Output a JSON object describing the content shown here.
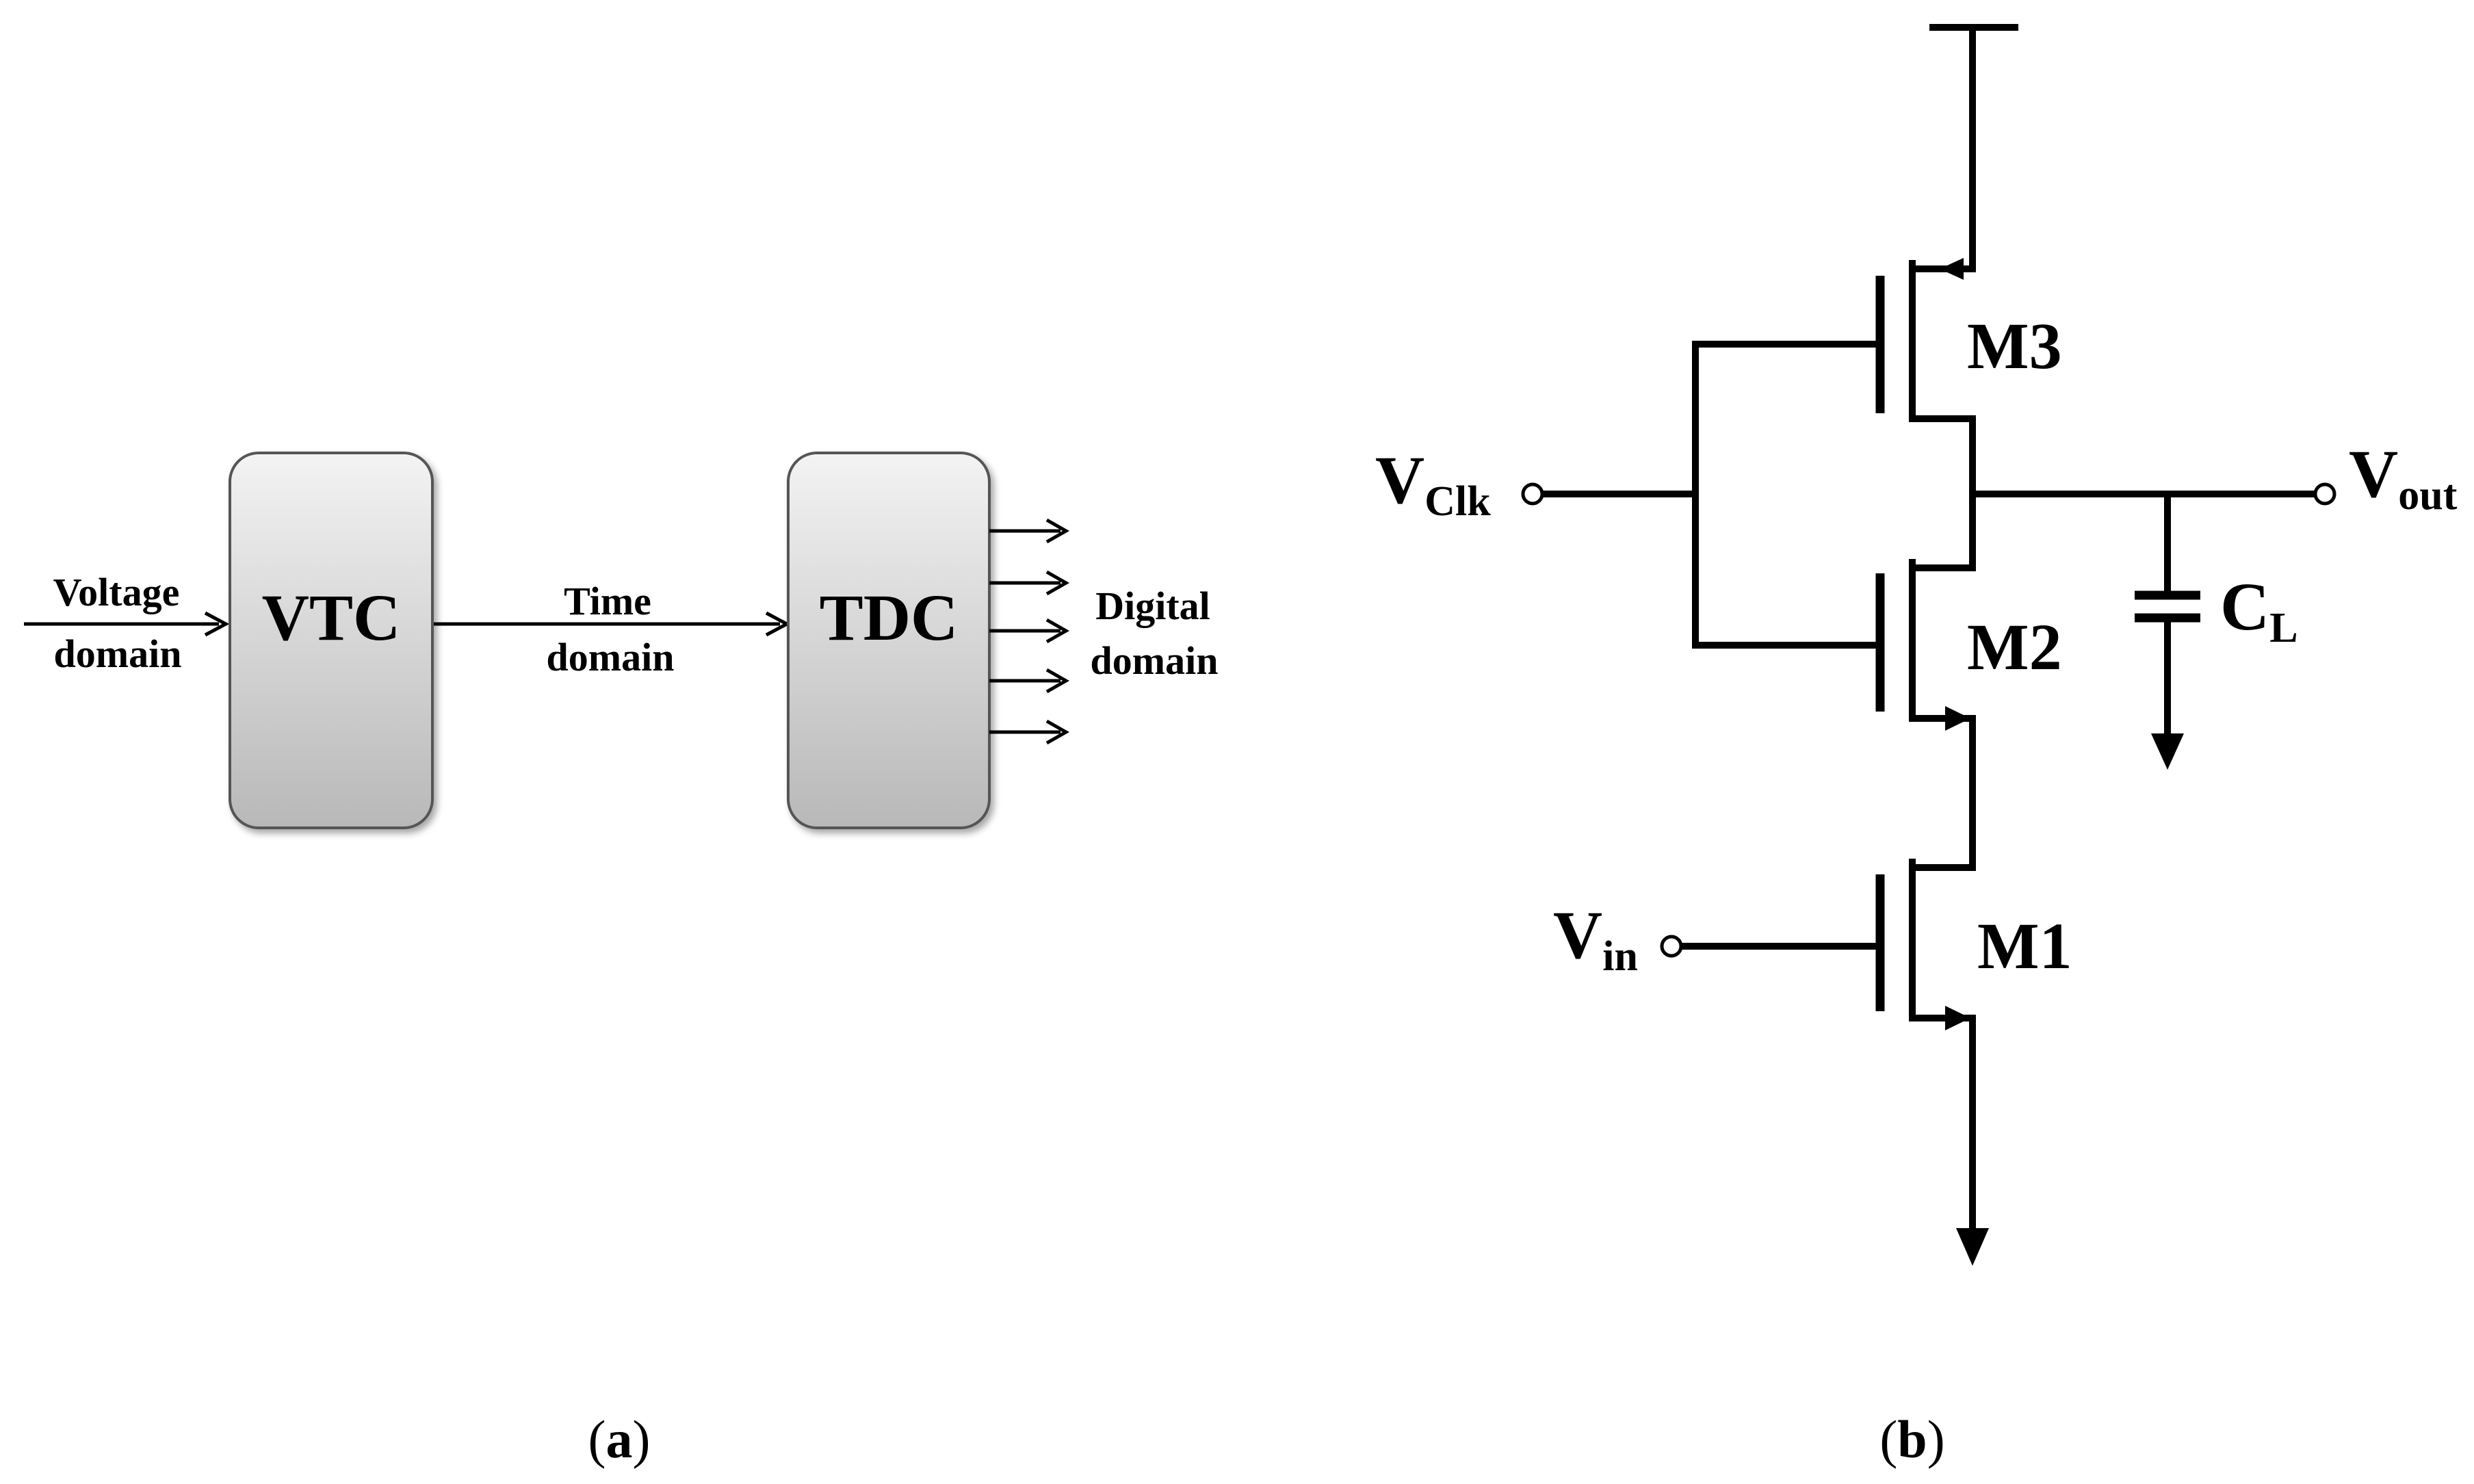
{
  "figure_a": {
    "caption_open": "(",
    "caption_letter": "a",
    "caption_close": ")",
    "input_label_line1": "Voltage",
    "input_label_line2": "domain",
    "block1_label": "VTC",
    "mid_label_line1": "Time",
    "mid_label_line2": "domain",
    "block2_label": "TDC",
    "output_label_line1": "Digital",
    "output_label_line2": "domain"
  },
  "figure_b": {
    "caption_open": "(",
    "caption_letter": "b",
    "caption_close": ")",
    "vclk_main": "V",
    "vclk_sub": "Clk",
    "vout_main": "V",
    "vout_sub": "out",
    "vin_main": "V",
    "vin_sub": "in",
    "cl_main": "C",
    "cl_sub": "L",
    "m1_label": "M1",
    "m2_label": "M2",
    "m3_label": "M3"
  },
  "colors": {
    "block_fill_top": "#f2f2f2",
    "block_fill_bottom": "#b9b9b9",
    "line": "#000000"
  }
}
